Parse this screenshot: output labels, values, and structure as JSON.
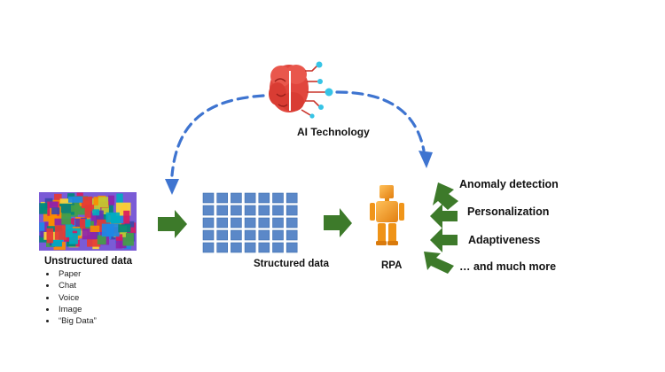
{
  "ai": {
    "label": "AI Technology",
    "icon": "brain-circuit-icon"
  },
  "unstructured": {
    "label": "Unstructured data",
    "items": [
      "Paper",
      "Chat",
      "Voice",
      "Image",
      "“Big Data”"
    ]
  },
  "structured": {
    "label": "Structured data"
  },
  "rpa": {
    "label": "RPA",
    "icon": "robot-icon"
  },
  "outcomes": [
    {
      "label": "Anomaly detection"
    },
    {
      "label": "Personalization"
    },
    {
      "label": "Adaptiveness"
    },
    {
      "label": "… and much more"
    }
  ],
  "colors": {
    "arrow_green": "#3d7a2a",
    "dashed_blue": "#3e74d0",
    "grid_blue": "#5b88c8",
    "brain_red": "#e1463d",
    "circuit_cyan": "#36c4e6",
    "robot_orange": "#f29a1a"
  }
}
